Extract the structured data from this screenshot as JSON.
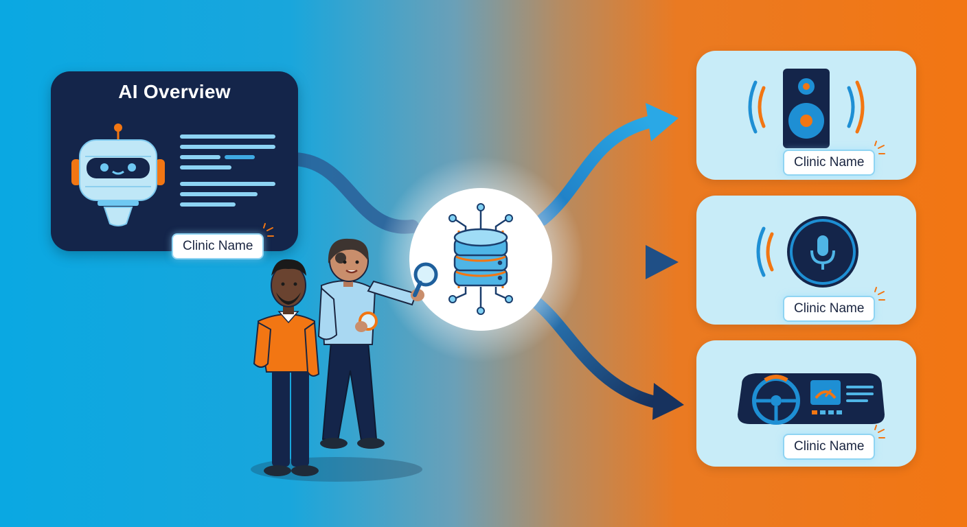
{
  "ai_overview": {
    "title": "AI Overview",
    "label": "Clinic Name"
  },
  "channels": [
    {
      "icon": "speaker-icon",
      "label": "Clinic Name"
    },
    {
      "icon": "voice-assistant-icon",
      "label": "Clinic Name"
    },
    {
      "icon": "car-dashboard-icon",
      "label": "Clinic Name"
    }
  ],
  "colors": {
    "navy": "#14254a",
    "blue": "#19a6dc",
    "orange": "#f27613",
    "light_panel": "#c8ecf8"
  }
}
